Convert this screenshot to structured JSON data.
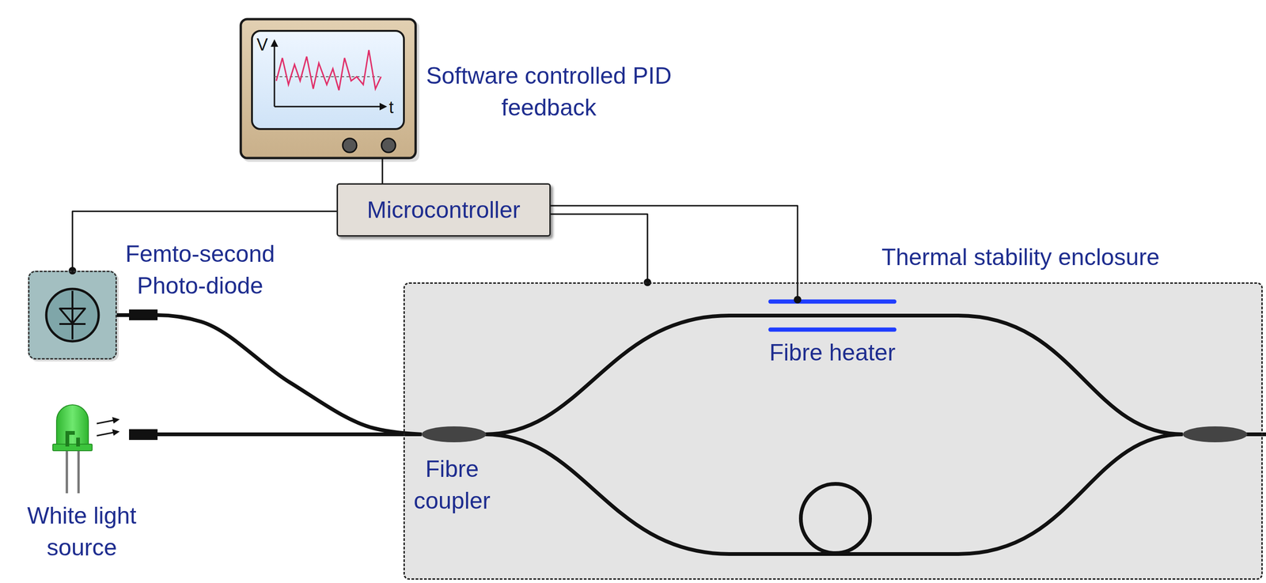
{
  "diagram": {
    "nodes": [
      {
        "text": [
          "Software controlled PID feedback"
        ]
      },
      {
        "text": [
          "Microcontroller"
        ]
      },
      {
        "text": [
          "Femto-second Photo-diode"
        ]
      },
      {
        "text": [
          "Thermal stability enclosure"
        ]
      },
      {
        "text": [
          "Fibre heater"
        ],
        "in": 3
      },
      {
        "text": [
          "Fibre coupler"
        ],
        "in": 3
      },
      {
        "text": [
          "White light source"
        ]
      }
    ],
    "edges": [
      {
        "from": 0,
        "to": 1,
        "arrow": "none"
      },
      {
        "from": 1,
        "to": 2,
        "arrow": "none"
      },
      {
        "from": 1,
        "to": 3,
        "arrow": "none"
      },
      {
        "from": 1,
        "to": 4,
        "arrow": "none"
      },
      {
        "from": 2,
        "to": 5,
        "arrow": "none"
      },
      {
        "from": 6,
        "to": 5,
        "arrow": "none"
      }
    ],
    "labels": [
      "V",
      "t"
    ]
  }
}
